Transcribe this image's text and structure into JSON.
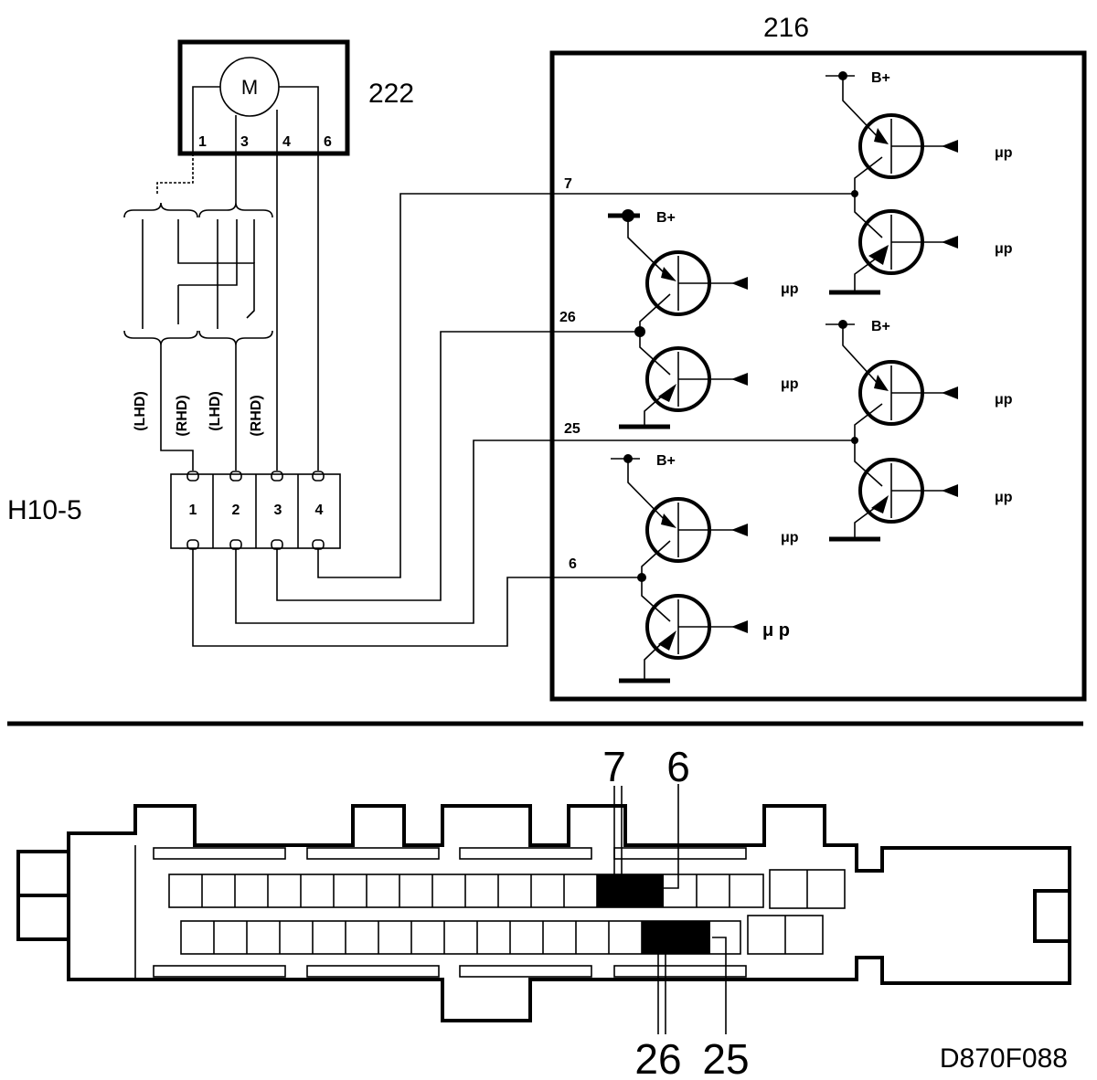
{
  "labels": {
    "module_ref": "216",
    "motor_ref": "222",
    "connector_ref": "H10-5",
    "drawing_code": "D870F088",
    "motor_symbol": "M",
    "supply": "B+",
    "control": "μp",
    "control_spaced": "μ p"
  },
  "motor_pins": [
    "1",
    "3",
    "4",
    "6"
  ],
  "connector_pins": [
    "1",
    "2",
    "3",
    "4"
  ],
  "variants": [
    "(LHD)",
    "(RHD)",
    "(LHD)",
    "(RHD)"
  ],
  "module_pins": [
    "7",
    "26",
    "25",
    "6"
  ],
  "callouts": {
    "top_left": "7",
    "top_right": "6",
    "bottom_left": "26",
    "bottom_right": "25"
  }
}
